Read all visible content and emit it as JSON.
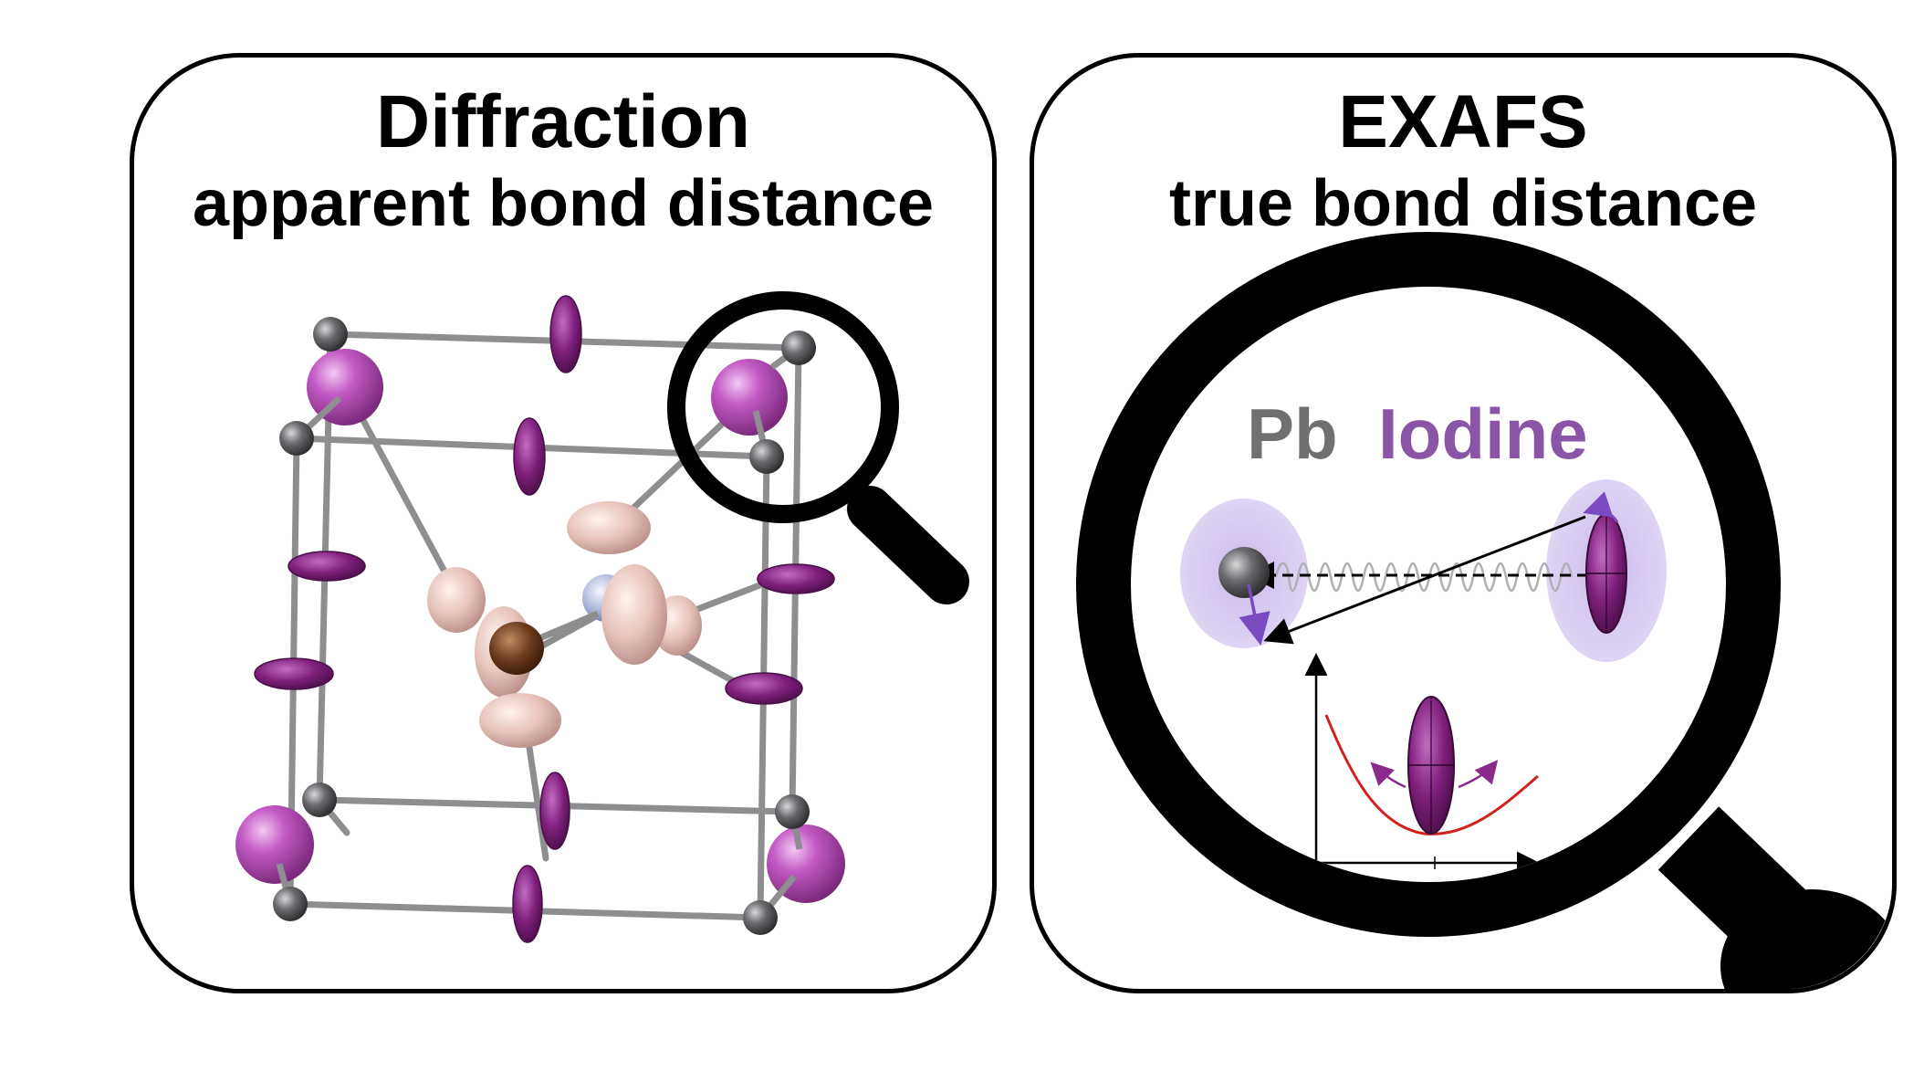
{
  "left_panel": {
    "title": "Diffraction",
    "subtitle": "apparent bond distance"
  },
  "right_panel": {
    "title": "EXAFS",
    "subtitle": "true bond distance",
    "labels": {
      "pb": "Pb",
      "iodine": "Iodine"
    }
  },
  "colors": {
    "pb_atom": "#555558",
    "iodine_atom": "#b24fb4",
    "iodine_ellipsoid": "#7e1f7c",
    "organic_atom": "#e2bdb6",
    "nitrogen_atom": "#aab4d8",
    "carbon_atom": "#6a3a1c",
    "label_pb": "#707070",
    "label_iodine": "#8a55a6",
    "potential_curve": "#d4201c",
    "vibration_halo": "#cbb9ea"
  },
  "icons": [
    "magnifying-glass-icon"
  ]
}
